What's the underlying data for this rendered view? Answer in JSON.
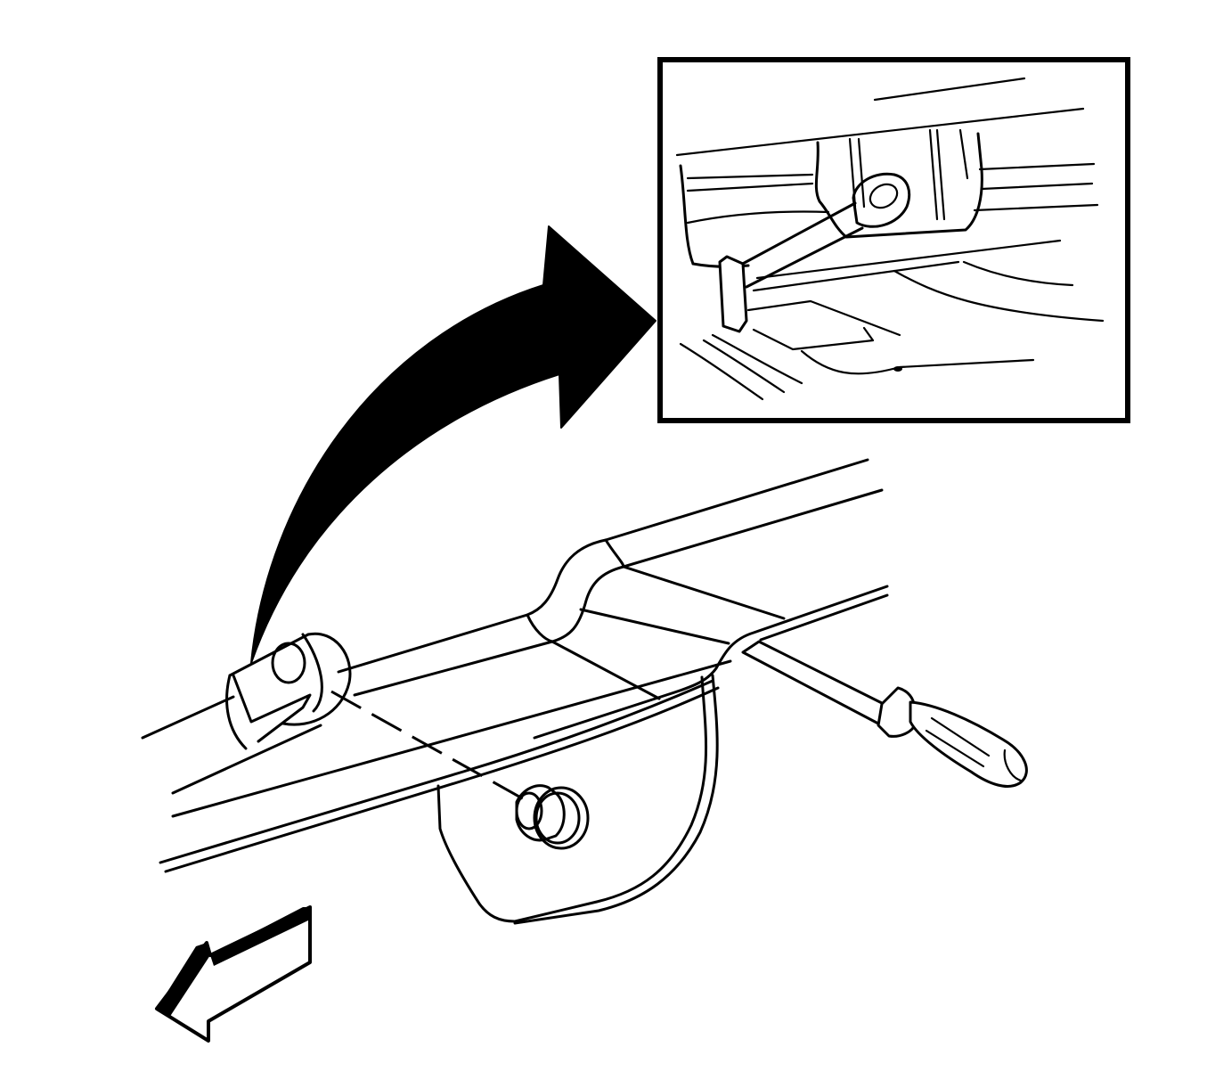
{
  "figure": {
    "kind": "service-illustration",
    "colors": {
      "ink": "#000000",
      "paper": "#ffffff"
    },
    "parts": {
      "detail_inset": "detail-view-frame",
      "callout_arrow": "curved-callout-arrow",
      "crossmember": "frame-crossmember",
      "mount_bracket": "mount-bracket",
      "push_pin_retainer": "push-pin-retainer",
      "tool": "flat-blade-screwdriver",
      "direction_indicator": "front-of-vehicle-arrow"
    }
  }
}
